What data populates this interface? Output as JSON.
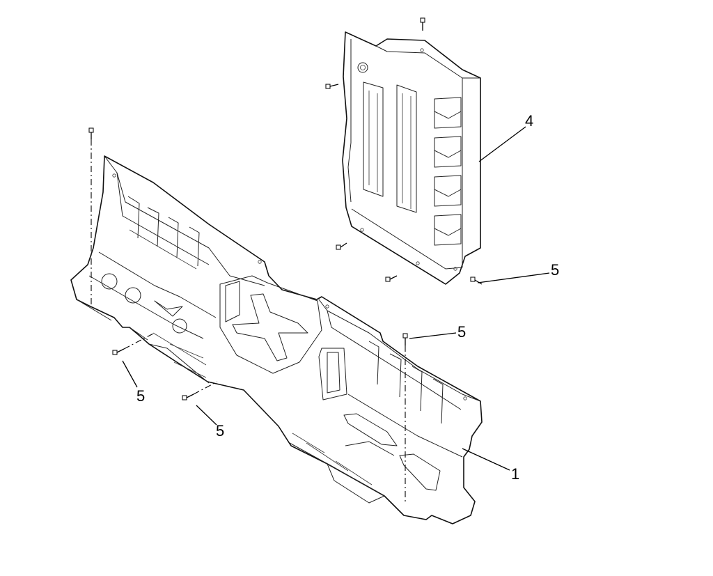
{
  "callouts": {
    "item_4": "4",
    "item_5_right": "5",
    "item_5_middle": "5",
    "item_5_left_upper": "5",
    "item_5_left_lower": "5",
    "item_1": "1"
  }
}
